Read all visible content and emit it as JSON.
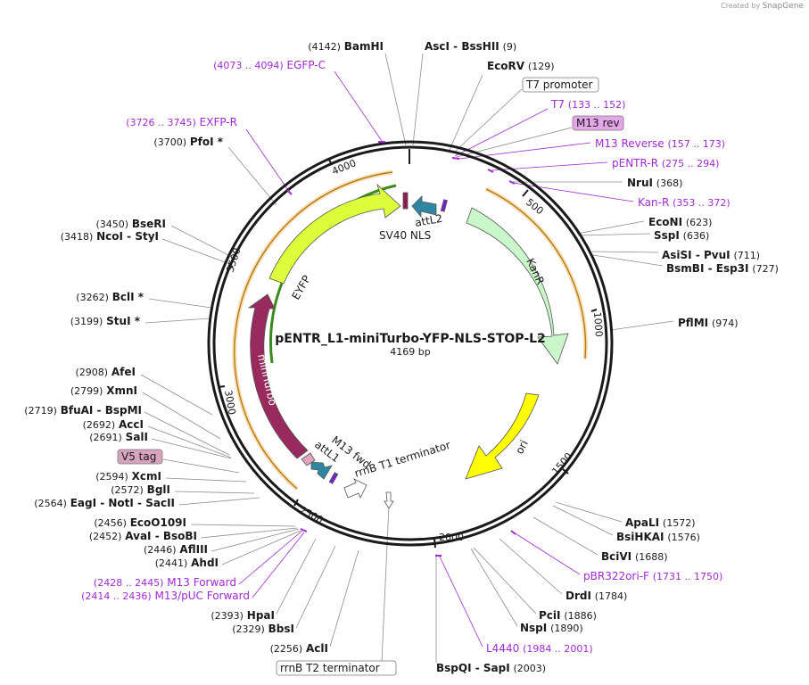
{
  "credit": {
    "prefix": "Created by",
    "brand": "SnapGene"
  },
  "plasmid": {
    "name": "pENTR_L1-miniTurbo-YFP-NLS-STOP-L2",
    "length": 4169,
    "length_label": "4169 bp"
  },
  "colors": {
    "primer": "#a12ad6",
    "sites": "#000000",
    "kanR": "#c9f7c9",
    "ori": "#ffff00",
    "eyfp": "#ddfd3a",
    "miniturbo": "#982a5e",
    "attL": "#2e86a1",
    "sv40": "#8f1d4f",
    "m13fwd": "#e0a3bd",
    "orange_strand": "#e6a12a",
    "green_strand": "#3c8a1e"
  },
  "tick_labels": [
    "500",
    "1000",
    "1500",
    "2000",
    "2500",
    "3000",
    "3500",
    "4000"
  ],
  "features": [
    {
      "name": "KanR",
      "label": "KanR",
      "color": "#c9f7c9"
    },
    {
      "name": "ori",
      "label": "ori",
      "color": "#ffff00"
    },
    {
      "name": "EYFP",
      "label": "EYFP",
      "color": "#ddfd3a"
    },
    {
      "name": "miniTurbo",
      "label": "miniTurbo",
      "color": "#982a5e"
    },
    {
      "name": "attL2",
      "label": "attL2",
      "color": "#2e86a1"
    },
    {
      "name": "attL1",
      "label": "attL1",
      "color": "#2e86a1"
    },
    {
      "name": "SV40 NLS",
      "label": "SV40 NLS",
      "color": "#8f1d4f"
    },
    {
      "name": "M13 fwd",
      "label": "M13 fwd",
      "color": "#e0a3bd"
    },
    {
      "name": "rrnB T1 terminator",
      "label": "rrnB T1 terminator",
      "color": "#ffffff"
    }
  ],
  "labels": [
    {
      "id": "bamhi",
      "name": "BamHI",
      "pos": "(4142)",
      "kind": "site"
    },
    {
      "id": "asci",
      "name": "AscI  -  BssHII",
      "pos": "(9)",
      "kind": "site"
    },
    {
      "id": "egfpc",
      "name": "EGFP-C",
      "pos": "(4073 .. 4094)",
      "kind": "primer"
    },
    {
      "id": "ecorv",
      "name": "EcoRV",
      "pos": "(129)",
      "kind": "site"
    },
    {
      "id": "t7prom",
      "name": "T7 promoter",
      "pos": "",
      "kind": "boxed"
    },
    {
      "id": "t7",
      "name": "T7",
      "pos": "(133 .. 152)",
      "kind": "primer"
    },
    {
      "id": "exfpr",
      "name": "EXFP-R",
      "pos": "(3726 .. 3745)",
      "kind": "primer"
    },
    {
      "id": "m13rev",
      "name": "M13 rev",
      "pos": "",
      "kind": "boxed-pink"
    },
    {
      "id": "pfoi",
      "name": "PfoI *",
      "pos": "(3700)",
      "kind": "site"
    },
    {
      "id": "m13reverse",
      "name": "M13 Reverse",
      "pos": "(157 .. 173)",
      "kind": "primer"
    },
    {
      "id": "pentrr",
      "name": "pENTR-R",
      "pos": "(275 .. 294)",
      "kind": "primer"
    },
    {
      "id": "frui",
      "name": "NruI",
      "pos": "(368)",
      "kind": "site"
    },
    {
      "id": "kanr",
      "name": "Kan-R",
      "pos": "(353 .. 372)",
      "kind": "primer"
    },
    {
      "id": "bseri",
      "name": "BseRI",
      "pos": "(3450)",
      "kind": "site"
    },
    {
      "id": "ncoi",
      "name": "NcoI  -  StyI",
      "pos": "(3418)",
      "kind": "site"
    },
    {
      "id": "econi",
      "name": "EcoNI",
      "pos": "(623)",
      "kind": "site"
    },
    {
      "id": "sspi",
      "name": "SspI",
      "pos": "(636)",
      "kind": "site"
    },
    {
      "id": "asisi",
      "name": "AsiSI  -  PvuI",
      "pos": "(711)",
      "kind": "site"
    },
    {
      "id": "bsmbi",
      "name": "BsmBI  -  Esp3I",
      "pos": "(727)",
      "kind": "site"
    },
    {
      "id": "bcli",
      "name": "BclI *",
      "pos": "(3262)",
      "kind": "site"
    },
    {
      "id": "stui",
      "name": "StuI *",
      "pos": "(3199)",
      "kind": "site"
    },
    {
      "id": "pflmi",
      "name": "PflMI",
      "pos": "(974)",
      "kind": "site"
    },
    {
      "id": "afei",
      "name": "AfeI",
      "pos": "(2908)",
      "kind": "site"
    },
    {
      "id": "xmni",
      "name": "XmnI",
      "pos": "(2799)",
      "kind": "site"
    },
    {
      "id": "bfuai",
      "name": "BfuAI  -  BspMI",
      "pos": "(2719)",
      "kind": "site"
    },
    {
      "id": "acci",
      "name": "AccI",
      "pos": "(2692)",
      "kind": "site"
    },
    {
      "id": "sali",
      "name": "SalI",
      "pos": "(2691)",
      "kind": "site"
    },
    {
      "id": "v5tag",
      "name": "V5 tag",
      "pos": "",
      "kind": "boxed-pink"
    },
    {
      "id": "xcmi",
      "name": "XcmI",
      "pos": "(2594)",
      "kind": "site"
    },
    {
      "id": "bgli",
      "name": "BglI",
      "pos": "(2572)",
      "kind": "site"
    },
    {
      "id": "eagi",
      "name": "EagI  -  NotI  -  SacII",
      "pos": "(2564)",
      "kind": "site"
    },
    {
      "id": "apali",
      "name": "ApaLI",
      "pos": "(1572)",
      "kind": "site"
    },
    {
      "id": "bsihkai",
      "name": "BsiHKAI",
      "pos": "(1576)",
      "kind": "site"
    },
    {
      "id": "bcivi",
      "name": "BciVI",
      "pos": "(1688)",
      "kind": "site"
    },
    {
      "id": "pbr322",
      "name": "pBR322ori-F",
      "pos": "(1731 .. 1750)",
      "kind": "primer"
    },
    {
      "id": "ecoo109i",
      "name": "EcoO109I",
      "pos": "(2456)",
      "kind": "site"
    },
    {
      "id": "avai",
      "name": "AvaI  -  BsoBI",
      "pos": "(2452)",
      "kind": "site"
    },
    {
      "id": "aflii",
      "name": "AflIII",
      "pos": "(2446)",
      "kind": "site"
    },
    {
      "id": "ahdi",
      "name": "AhdI",
      "pos": "(2441)",
      "kind": "site"
    },
    {
      "id": "drdi",
      "name": "DrdI",
      "pos": "(1784)",
      "kind": "site"
    },
    {
      "id": "m13forward",
      "name": "M13 Forward",
      "pos": "(2428 .. 2445)",
      "kind": "primer"
    },
    {
      "id": "m13puc",
      "name": "M13/pUC Forward",
      "pos": "(2414 .. 2436)",
      "kind": "primer"
    },
    {
      "id": "pcii",
      "name": "PciI",
      "pos": "(1886)",
      "kind": "site"
    },
    {
      "id": "nspi",
      "name": "NspI",
      "pos": "(1890)",
      "kind": "site"
    },
    {
      "id": "hpai",
      "name": "HpaI",
      "pos": "(2393)",
      "kind": "site"
    },
    {
      "id": "bbsi",
      "name": "BbsI",
      "pos": "(2329)",
      "kind": "site"
    },
    {
      "id": "l4440",
      "name": "L4440",
      "pos": "(1984 .. 2001)",
      "kind": "primer"
    },
    {
      "id": "acli",
      "name": "AclI",
      "pos": "(2256)",
      "kind": "site"
    },
    {
      "id": "bspqi",
      "name": "BspQI  -  SapI",
      "pos": "(2003)",
      "kind": "site"
    },
    {
      "id": "rrnbt2",
      "name": "rrnB T2 terminator",
      "pos": "",
      "kind": "boxed"
    }
  ]
}
